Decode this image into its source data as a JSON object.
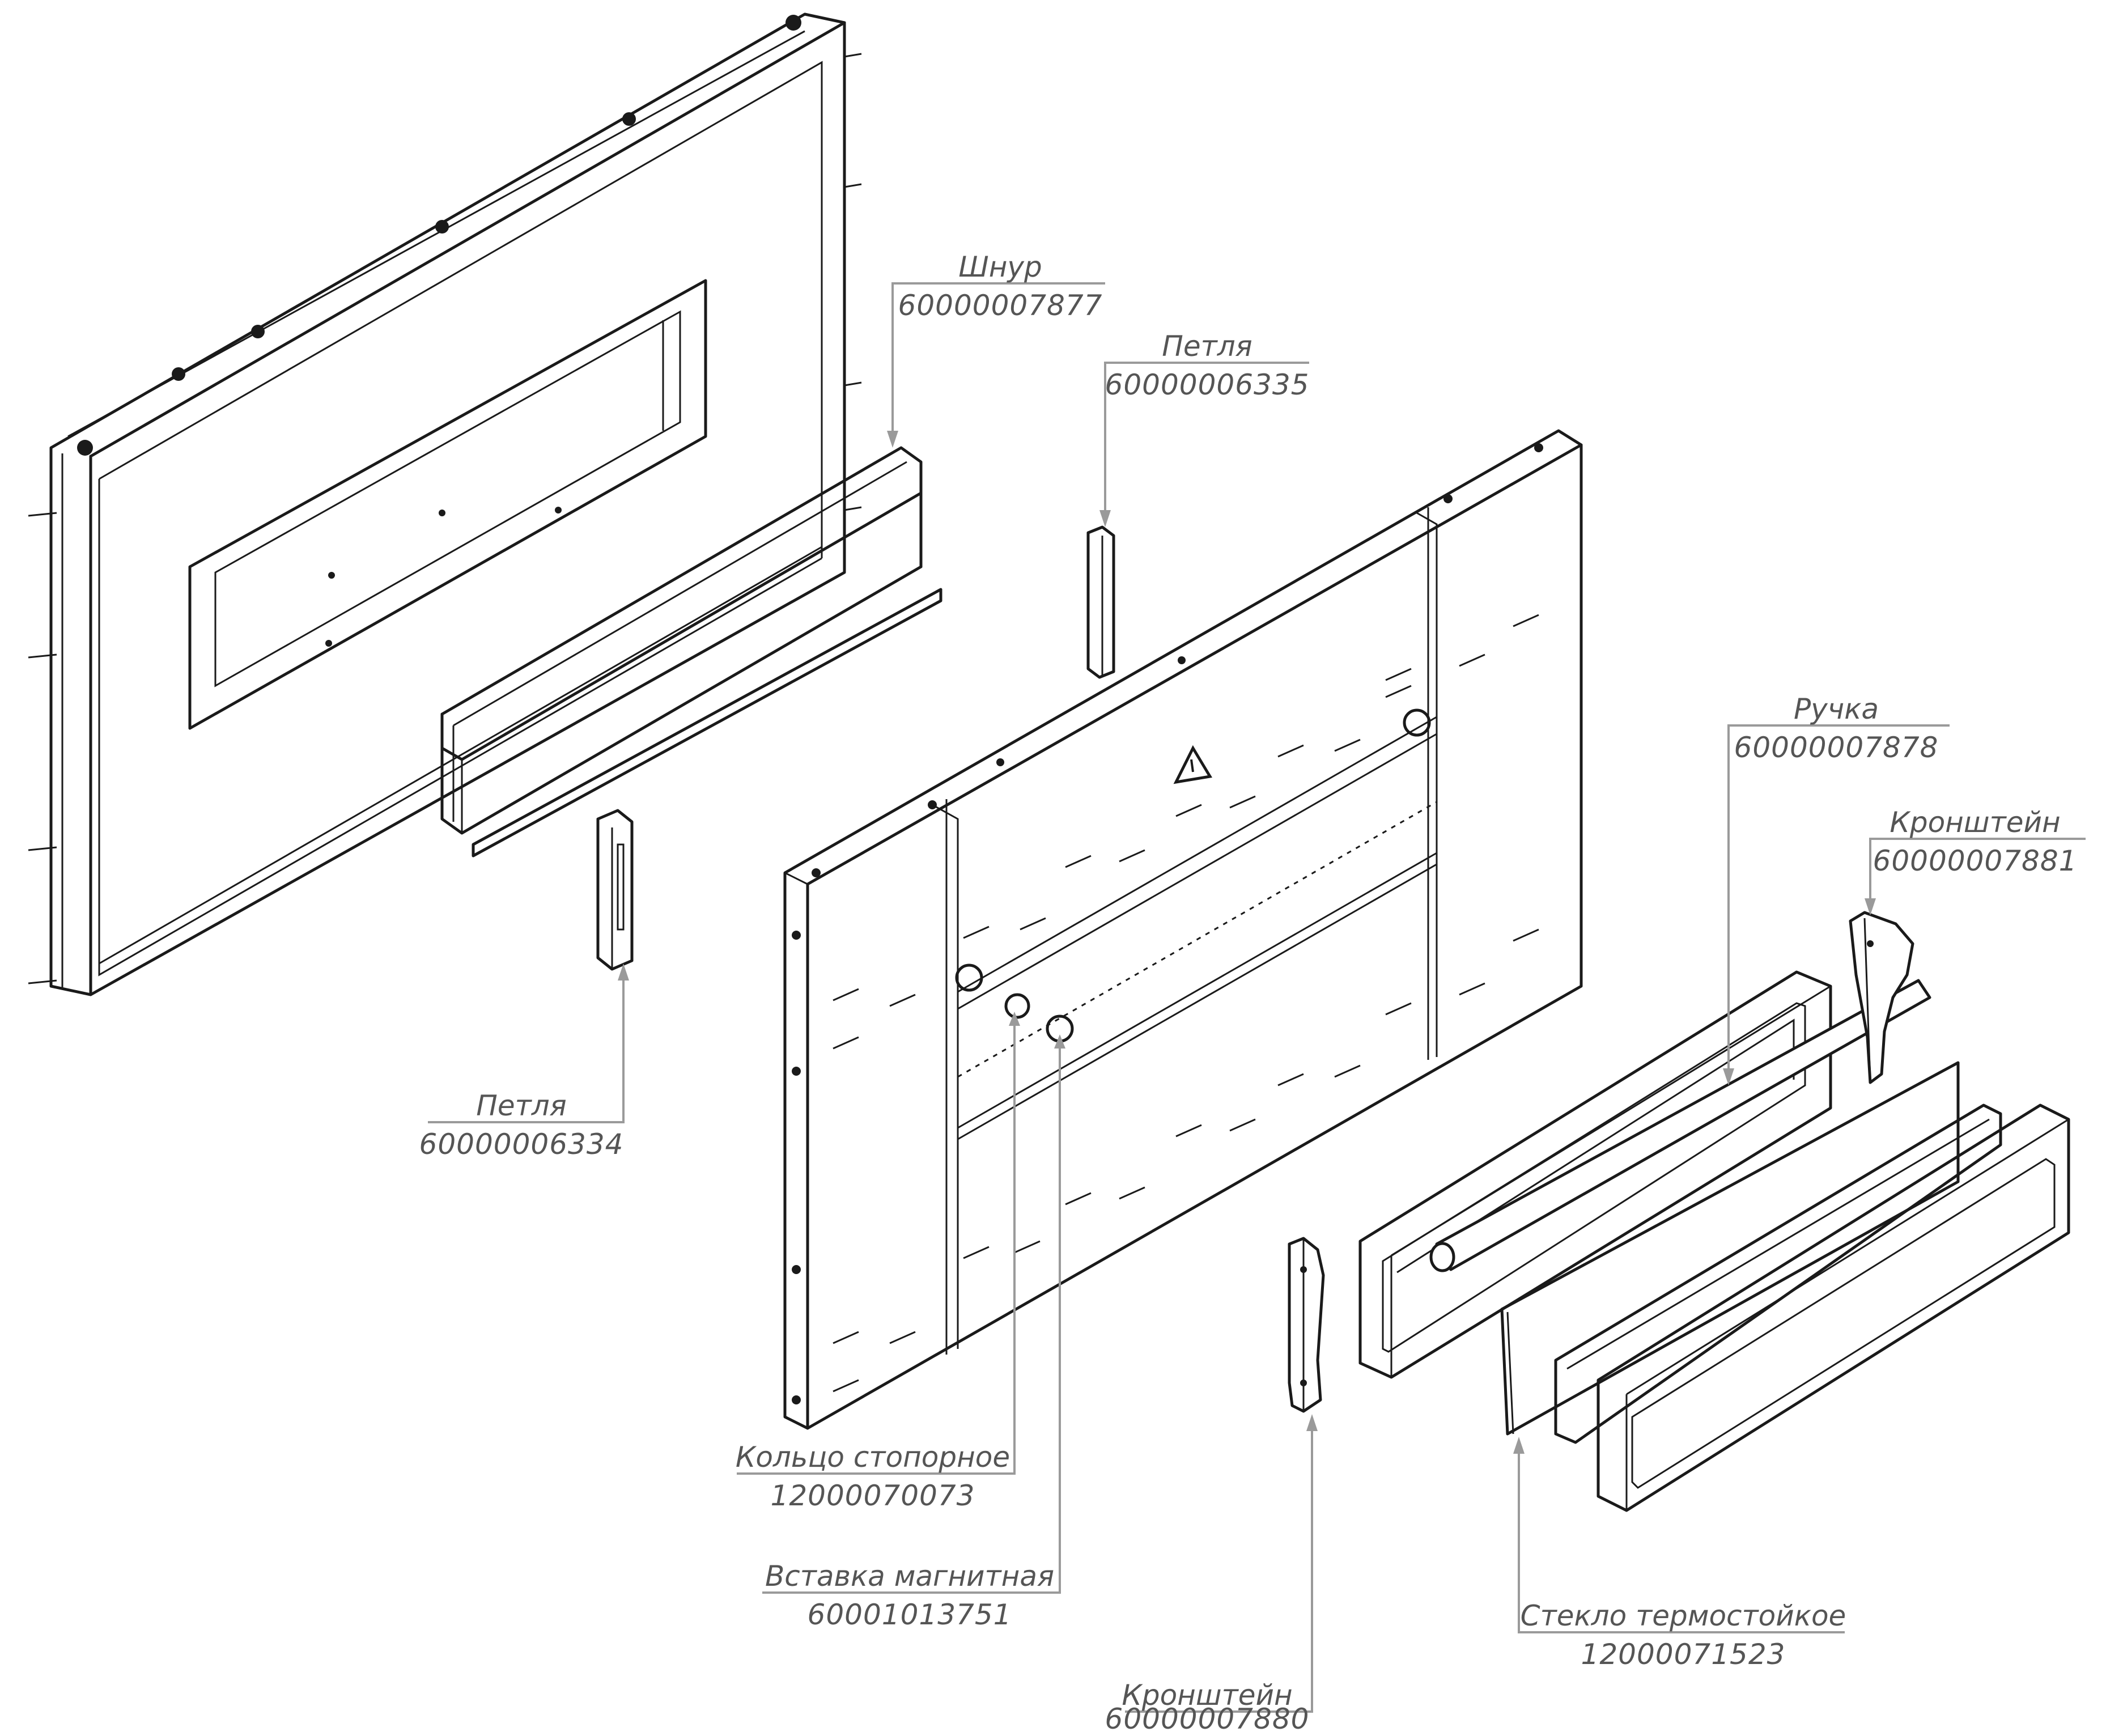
{
  "callouts": {
    "cord": {
      "name": "Шнур",
      "code": "60000007877"
    },
    "hinge_top": {
      "name": "Петля",
      "code": "60000006335"
    },
    "hinge_left": {
      "name": "Петля",
      "code": "60000006334"
    },
    "handle": {
      "name": "Ручка",
      "code": "60000007878"
    },
    "bracket_right": {
      "name": "Кронштейн",
      "code": "60000007881"
    },
    "retaining_ring": {
      "name": "Кольцо стопорное",
      "code": "12000070073"
    },
    "magnetic_insert": {
      "name": "Вставка магнитная",
      "code": "60001013751"
    },
    "heat_glass": {
      "name": "Стекло термостойкое",
      "code": "12000071523"
    },
    "bracket_bottom": {
      "name": "Кронштейн",
      "code": "60000007880"
    }
  },
  "colors": {
    "linework": "#1a1a1a",
    "leader": "#9a9a9a",
    "label_text": "#555555"
  },
  "icons": {
    "warning": "warning-triangle-icon"
  }
}
